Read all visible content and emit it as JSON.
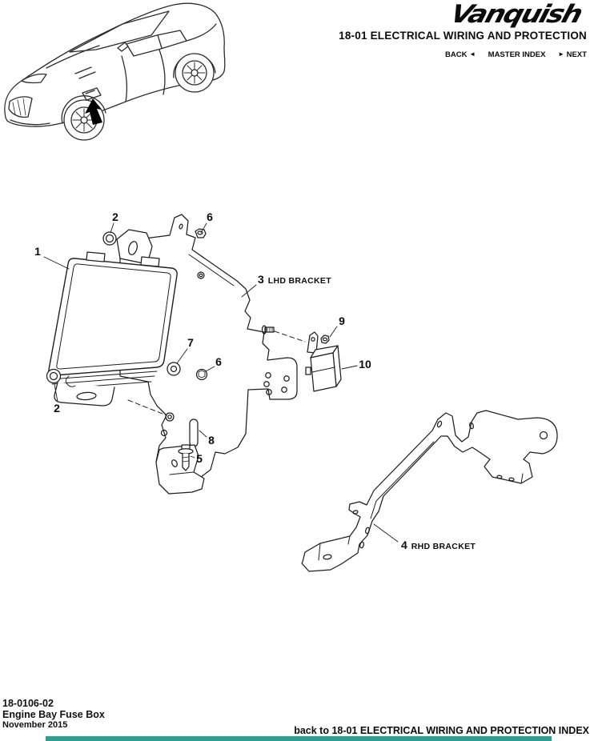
{
  "header": {
    "logo_text": "Vanquish",
    "section_title": "18-01 ELECTRICAL WIRING AND PROTECTION",
    "nav": {
      "back_label": "BACK",
      "back_arrow": "◄",
      "master_index_label": "MASTER INDEX",
      "next_arrow": "►",
      "next_label": "NEXT"
    }
  },
  "diagram": {
    "callouts": {
      "c1": {
        "label": "1"
      },
      "c2_top": {
        "label": "2"
      },
      "c2_bottom": {
        "label": "2"
      },
      "c3": {
        "number": "3",
        "text": "LHD BRACKET"
      },
      "c4": {
        "number": "4",
        "text": "RHD BRACKET"
      },
      "c5": {
        "label": "5"
      },
      "c6_top": {
        "label": "6"
      },
      "c6_mid": {
        "label": "6"
      },
      "c7": {
        "label": "7"
      },
      "c8": {
        "label": "8"
      },
      "c9": {
        "label": "9"
      },
      "c10": {
        "label": "10"
      }
    }
  },
  "footer": {
    "doc_number": "18-0106-02",
    "doc_title": "Engine Bay Fuse Box",
    "date": "November 2015",
    "index_link_text": "back to 18-01 ELECTRICAL WIRING AND PROTECTION INDEX",
    "accent_color": "#2e9e93"
  }
}
